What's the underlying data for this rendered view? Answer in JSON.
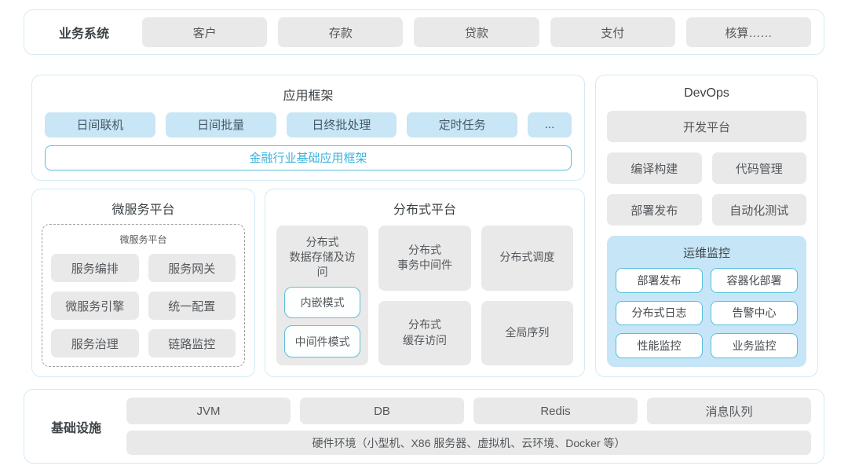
{
  "colors": {
    "container_border": "#d2ebf4",
    "teal_border": "#5cc0dc",
    "teal_text": "#3fb3dc",
    "blue_button_bg": "#c8e6f5",
    "gray_button_bg": "#e9e9e9",
    "monitor_panel_bg": "#c6e6f7",
    "title_text": "#3d4245",
    "button_text": "#54585c"
  },
  "business_systems": {
    "label": "业务系统",
    "items": [
      "客户",
      "存款",
      "贷款",
      "支付",
      "核算……"
    ]
  },
  "app_framework": {
    "title": "应用框架",
    "modules": [
      "日间联机",
      "日间批量",
      "日终批处理",
      "定时任务",
      "..."
    ],
    "base_framework": "金融行业基础应用框架"
  },
  "microservice_platform": {
    "title": "微服务平台",
    "inner_title": "微服务平台",
    "items": [
      "服务编排",
      "服务网关",
      "微服务引擎",
      "统一配置",
      "服务治理",
      "链路监控"
    ]
  },
  "distributed_platform": {
    "title": "分布式平台",
    "storage": {
      "label": "分布式\n数据存储及访问",
      "modes": [
        "内嵌模式",
        "中间件模式"
      ]
    },
    "cells": [
      "分布式\n事务中间件",
      "分布式调度",
      "分布式\n缓存访问",
      "全局序列"
    ]
  },
  "devops": {
    "title": "DevOps",
    "dev_platform": "开发平台",
    "tools": [
      "编译构建",
      "代码管理",
      "部署发布",
      "自动化测试"
    ],
    "monitoring": {
      "title": "运维监控",
      "items": [
        "部署发布",
        "容器化部署",
        "分布式日志",
        "告警中心",
        "性能监控",
        "业务监控"
      ]
    }
  },
  "infrastructure": {
    "label": "基础设施",
    "items": [
      "JVM",
      "DB",
      "Redis",
      "消息队列"
    ],
    "hardware": "硬件环境（小型机、X86 服务器、虚拟机、云环境、Docker 等）"
  }
}
